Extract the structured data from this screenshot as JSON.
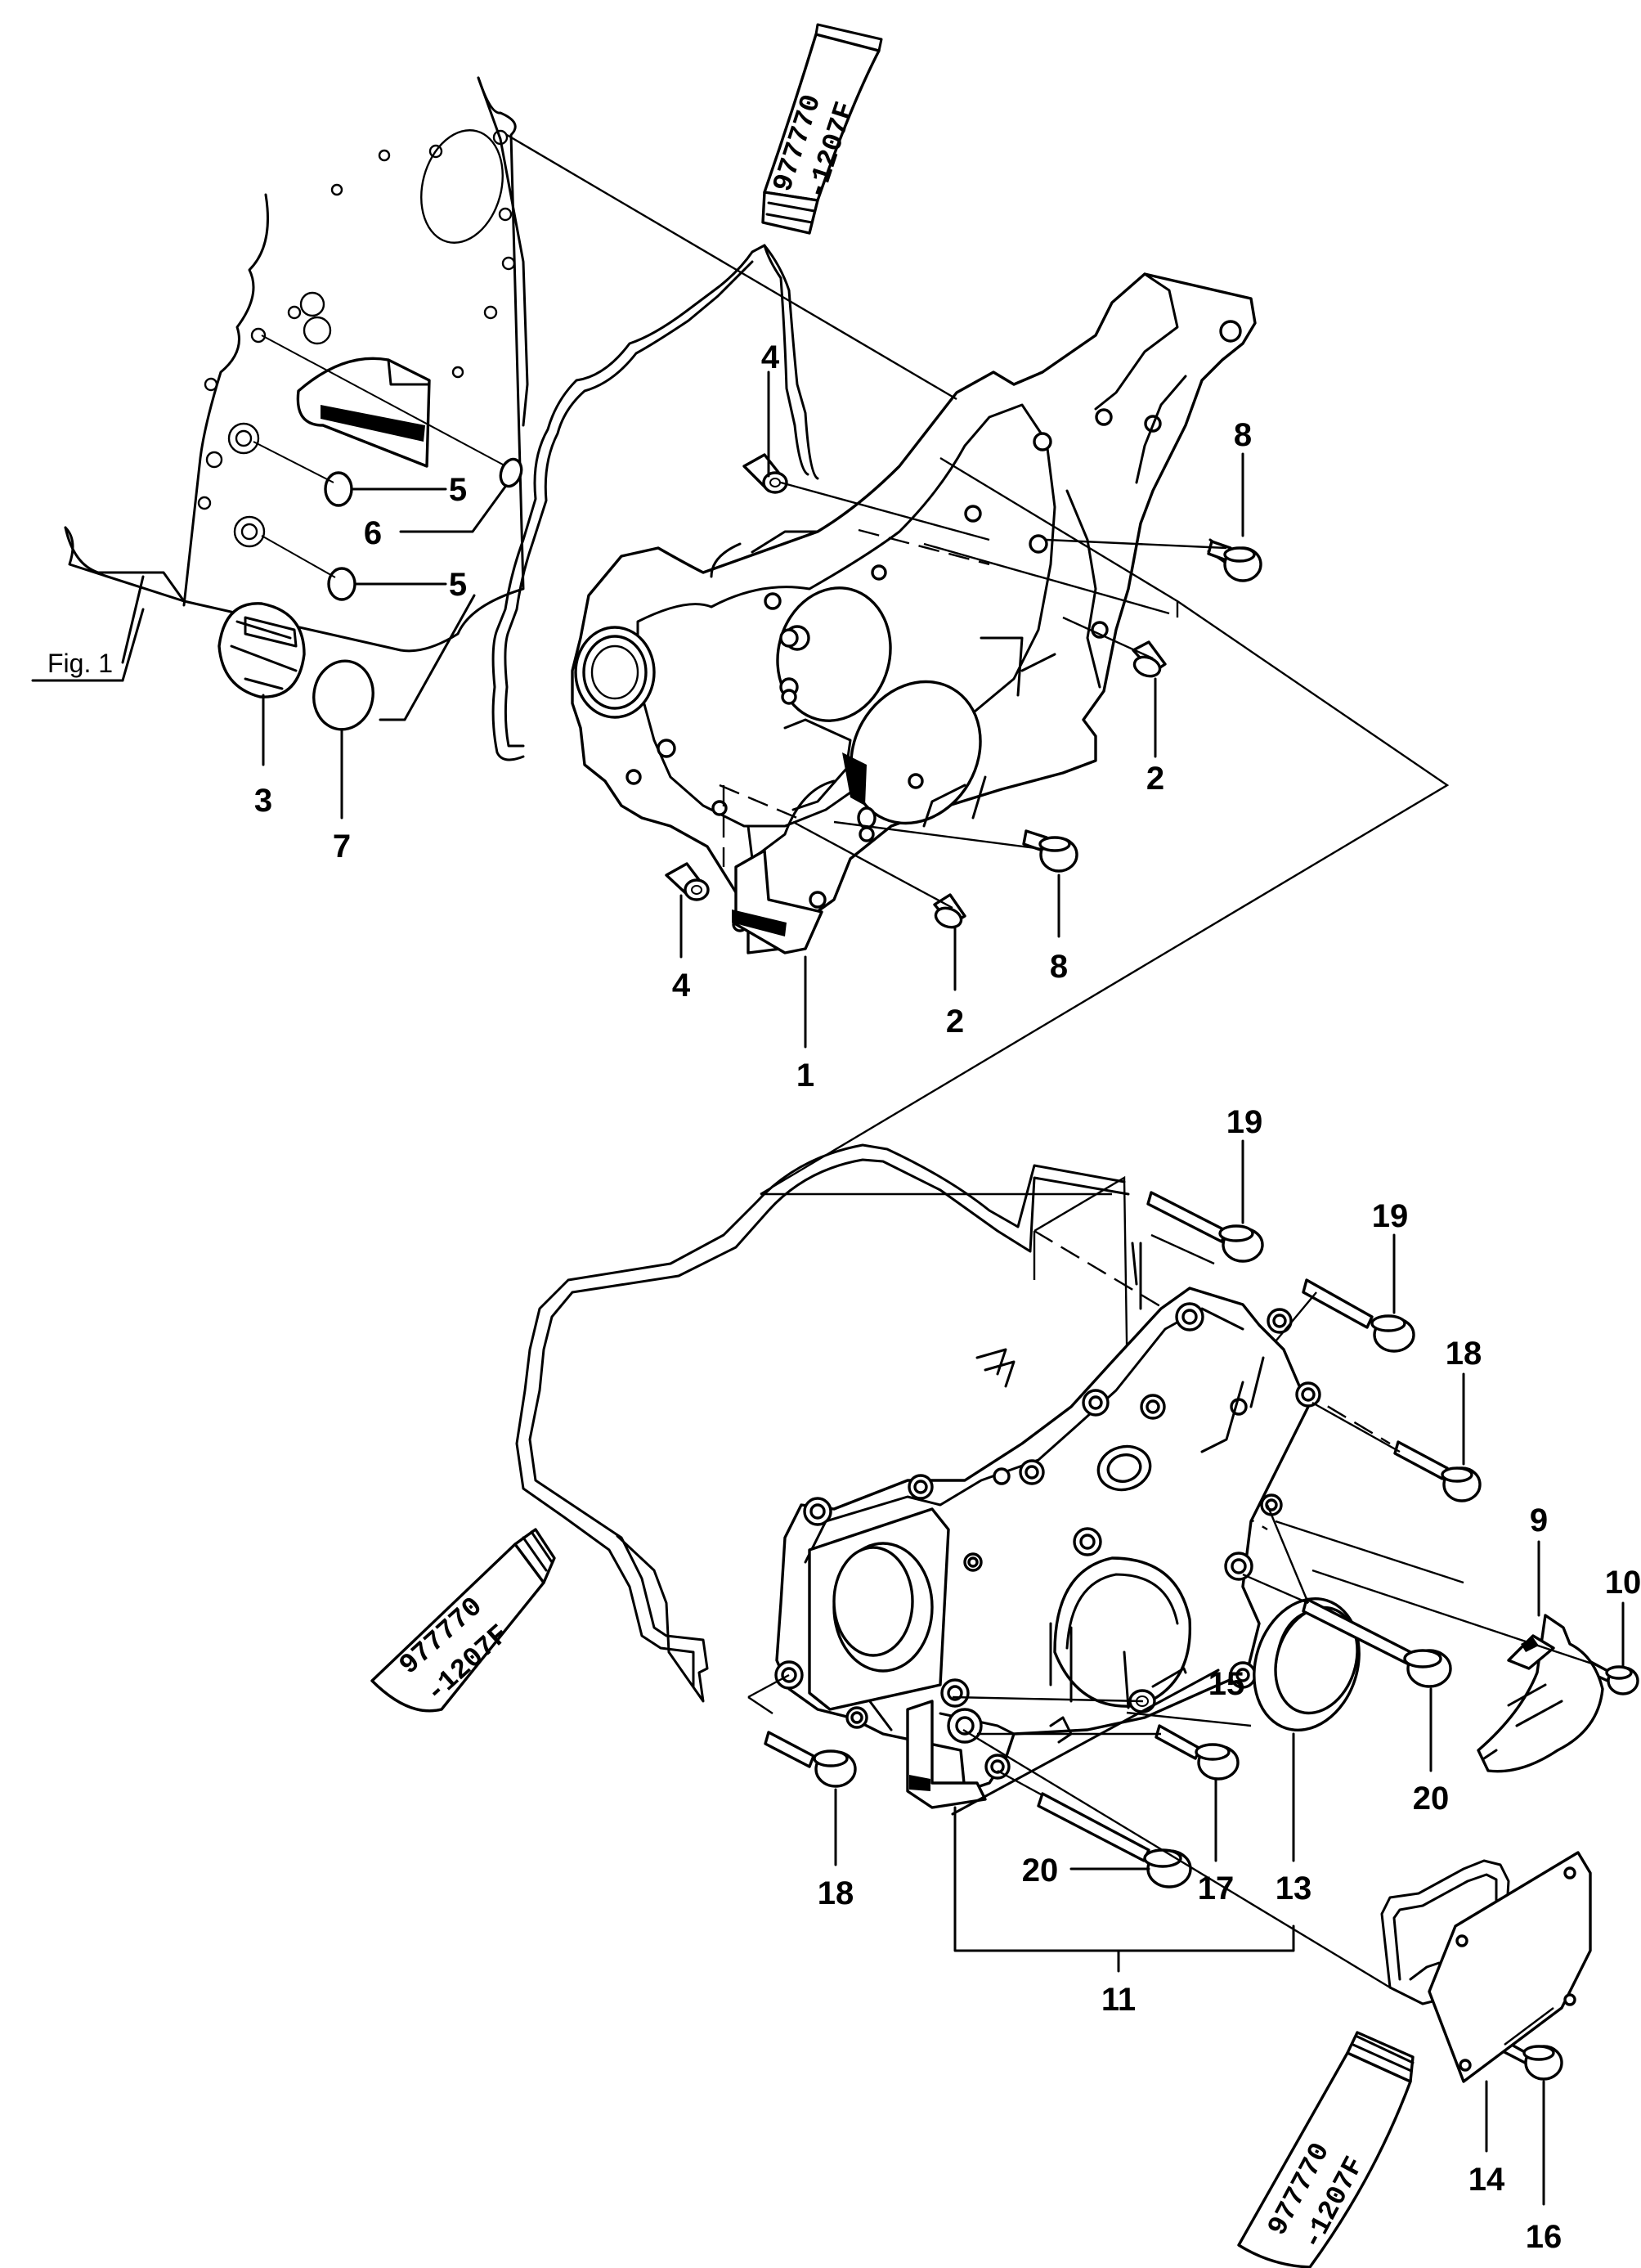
{
  "figure_ref": "Fig. 1",
  "sealant": {
    "line1": "977770",
    "line2": "-1207F"
  },
  "callouts": {
    "c1": "1",
    "c2a": "2",
    "c2b": "2",
    "c3": "3",
    "c4a": "4",
    "c4b": "4",
    "c5a": "5",
    "c5b": "5",
    "c6": "6",
    "c7": "7",
    "c8a": "8",
    "c8b": "8",
    "c9": "9",
    "c10": "10",
    "c11": "11",
    "c13": "13",
    "c14": "14",
    "c15": "15",
    "c16": "16",
    "c17": "17",
    "c18a": "18",
    "c18b": "18",
    "c19a": "19",
    "c19b": "19",
    "c20a": "20",
    "c20b": "20"
  }
}
